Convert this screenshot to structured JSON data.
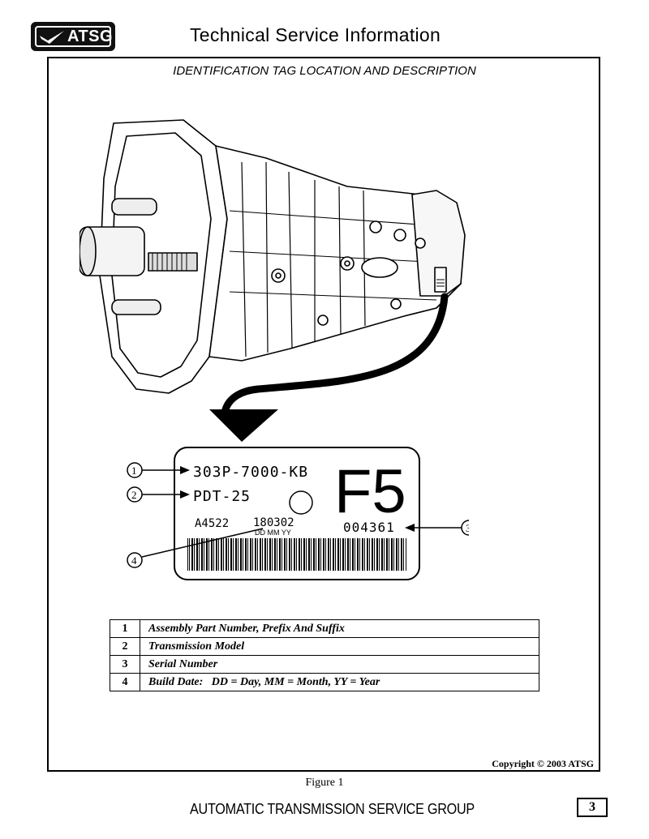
{
  "header": {
    "logo_text": "ATSG",
    "title": "Technical Service Information"
  },
  "section_title": "IDENTIFICATION TAG LOCATION AND DESCRIPTION",
  "tag": {
    "part_number": "303P-7000-KB",
    "model": "PDT-25",
    "big_code": "F5",
    "code_left": "A4522",
    "build_date": "180302",
    "date_format": "DD MM YY",
    "serial": "004361"
  },
  "callouts": [
    "1",
    "2",
    "3",
    "4"
  ],
  "legend": [
    {
      "num": "1",
      "desc": "Assembly Part Number, Prefix And Suffix"
    },
    {
      "num": "2",
      "desc": "Transmission Model"
    },
    {
      "num": "3",
      "desc": "Serial Number"
    },
    {
      "num": "4",
      "desc": "Build Date:   DD = Day, MM = Month, YY = Year"
    }
  ],
  "copyright": "Copyright © 2003 ATSG",
  "figure_caption": "Figure 1",
  "footer": "AUTOMATIC TRANSMISSION SERVICE GROUP",
  "page_number": "3"
}
